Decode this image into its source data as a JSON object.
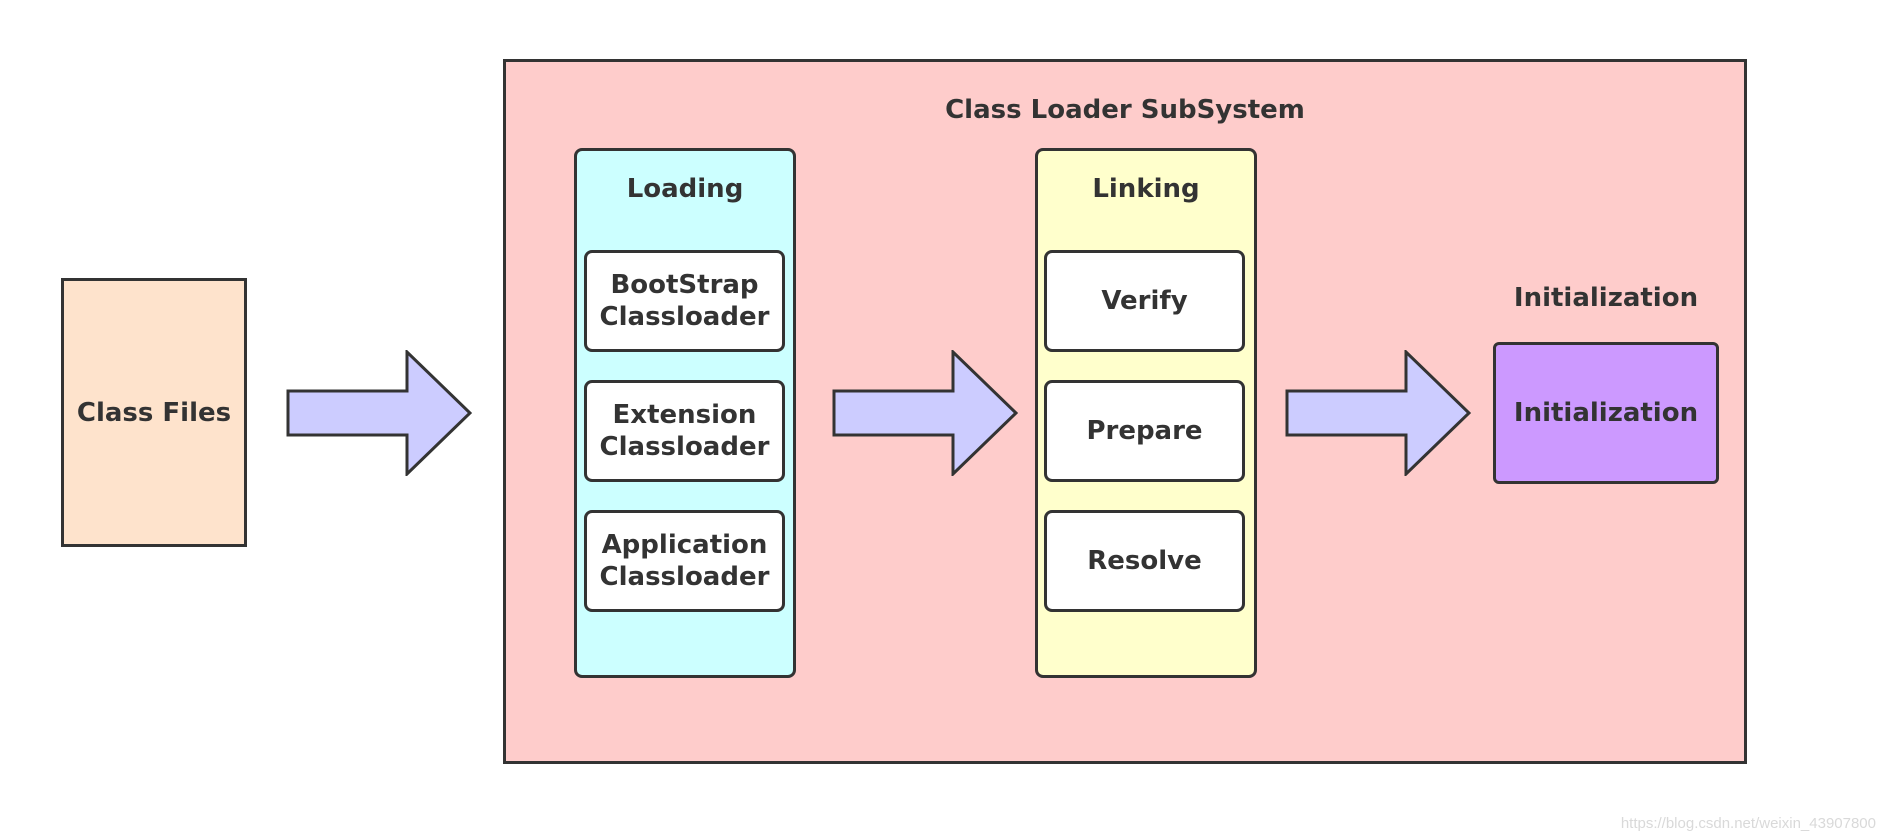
{
  "class_files": {
    "label": "Class Files"
  },
  "subsystem": {
    "title": "Class Loader SubSystem",
    "loading": {
      "title": "Loading",
      "items": [
        "BootStrap\nClassloader",
        "Extension\nClassloader",
        "Application\nClassloader"
      ]
    },
    "linking": {
      "title": "Linking",
      "items": [
        "Verify",
        "Prepare",
        "Resolve"
      ]
    },
    "initialization": {
      "title": "Initialization",
      "box_label": "Initialization"
    }
  },
  "watermark": "https://blog.csdn.net/weixin_43907800",
  "colors": {
    "class_files_fill": "#fee3cc",
    "subsystem_fill": "#fecccb",
    "loading_fill": "#ccffff",
    "linking_fill": "#ffffcc",
    "initialization_fill": "#cc99ff",
    "arrow_fill": "#ccccff",
    "stroke": "#333333"
  }
}
